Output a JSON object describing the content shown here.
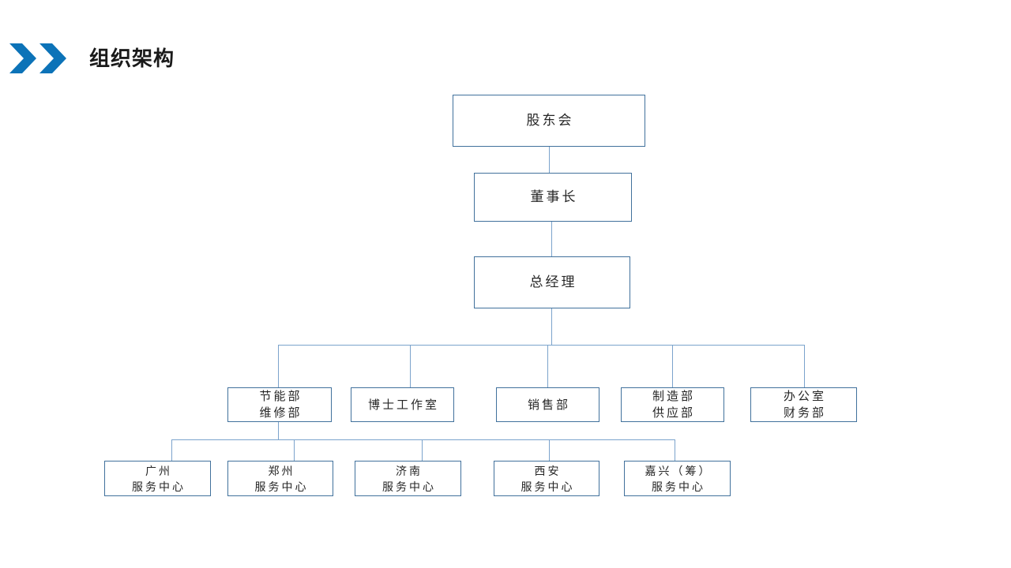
{
  "header": {
    "title": "组织架构",
    "chevron_icon": "double-chevron-right-icon",
    "accent_color": "#0c73b8",
    "title_color": "#1a1a1a"
  },
  "theme": {
    "box_border_color": "#41719c",
    "connector_color": "#7ba3cc",
    "box_fill": "#ffffff",
    "text_color": "#262626",
    "background": "#ffffff"
  },
  "chart_data": {
    "type": "org-chart",
    "title": "组织架构",
    "orientation": "top-down",
    "levels": [
      {
        "level": 1,
        "nodes": [
          {
            "id": "shareholders",
            "line1": "股东会",
            "line2": ""
          }
        ]
      },
      {
        "level": 2,
        "nodes": [
          {
            "id": "chairman",
            "line1": "董事长",
            "line2": ""
          }
        ]
      },
      {
        "level": 3,
        "nodes": [
          {
            "id": "general-manager",
            "line1": "总经理",
            "line2": ""
          }
        ]
      },
      {
        "level": 4,
        "nodes": [
          {
            "id": "energy-maintenance",
            "line1": "节能部",
            "line2": "维修部"
          },
          {
            "id": "doctoral-studio",
            "line1": "博士工作室",
            "line2": ""
          },
          {
            "id": "sales",
            "line1": "销售部",
            "line2": ""
          },
          {
            "id": "manufacturing-supply",
            "line1": "制造部",
            "line2": "供应部"
          },
          {
            "id": "office-finance",
            "line1": "办公室",
            "line2": "财务部"
          }
        ]
      },
      {
        "level": 5,
        "nodes": [
          {
            "id": "guangzhou-service",
            "line1": "广州",
            "line2": "服务中心"
          },
          {
            "id": "zhengzhou-service",
            "line1": "郑州",
            "line2": "服务中心"
          },
          {
            "id": "jinan-service",
            "line1": "济南",
            "line2": "服务中心"
          },
          {
            "id": "xian-service",
            "line1": "西安",
            "line2": "服务中心"
          },
          {
            "id": "jiaxing-service",
            "line1": "嘉兴（筹）",
            "line2": "服务中心"
          }
        ]
      }
    ],
    "edges": [
      {
        "from": "shareholders",
        "to": "chairman"
      },
      {
        "from": "chairman",
        "to": "general-manager"
      },
      {
        "from": "general-manager",
        "to": "energy-maintenance"
      },
      {
        "from": "general-manager",
        "to": "doctoral-studio"
      },
      {
        "from": "general-manager",
        "to": "sales"
      },
      {
        "from": "general-manager",
        "to": "manufacturing-supply"
      },
      {
        "from": "general-manager",
        "to": "office-finance"
      },
      {
        "from": "energy-maintenance",
        "to": "guangzhou-service"
      },
      {
        "from": "energy-maintenance",
        "to": "zhengzhou-service"
      },
      {
        "from": "energy-maintenance",
        "to": "jinan-service"
      },
      {
        "from": "energy-maintenance",
        "to": "xian-service"
      },
      {
        "from": "energy-maintenance",
        "to": "jiaxing-service"
      }
    ]
  }
}
